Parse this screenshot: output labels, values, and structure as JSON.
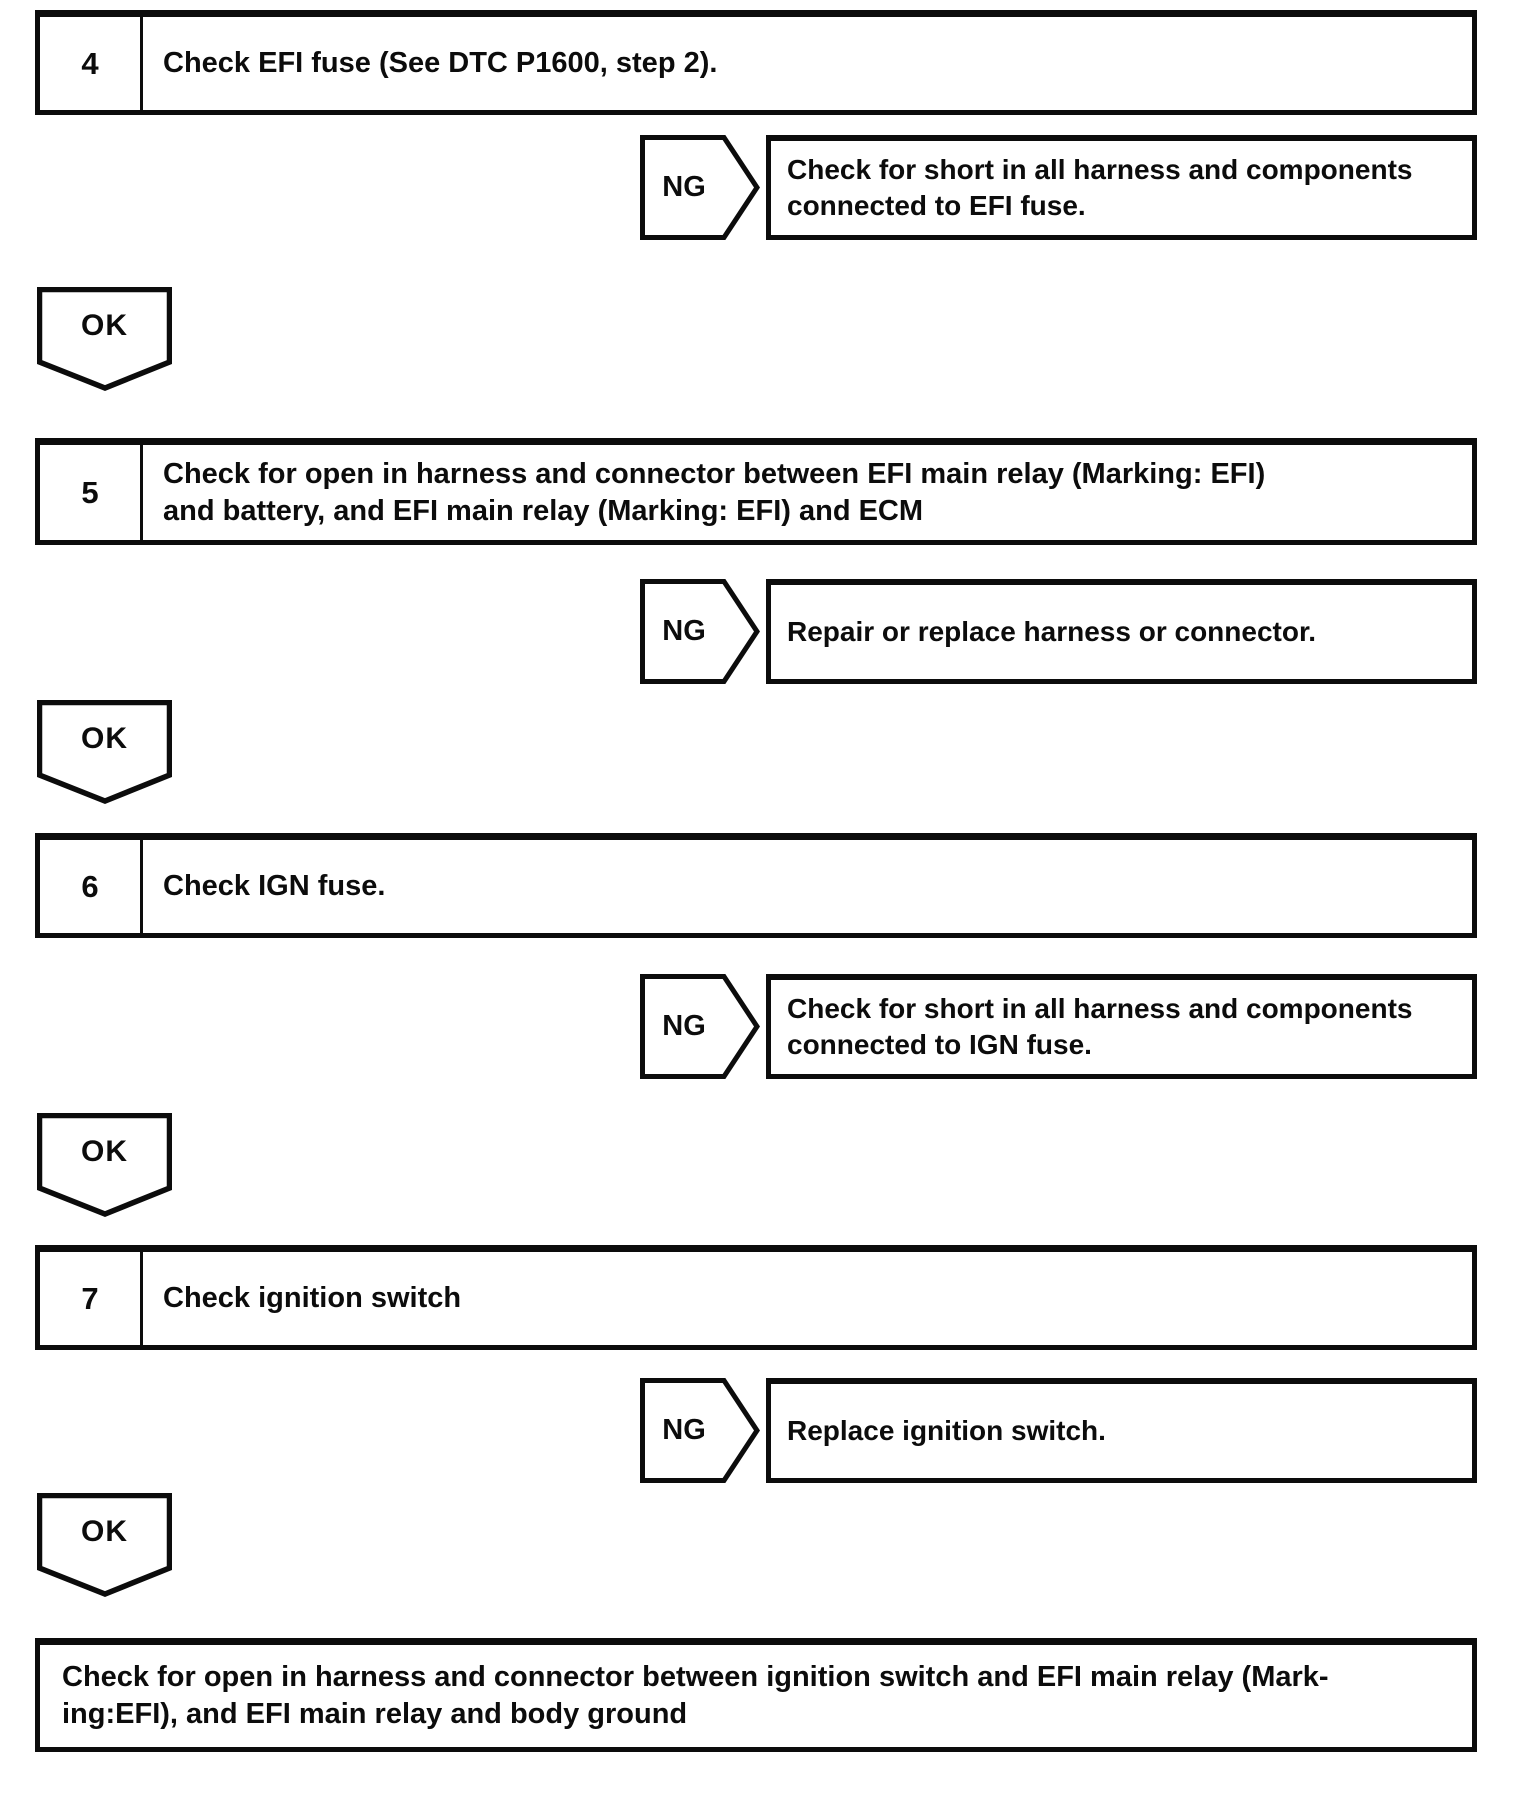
{
  "flow": {
    "steps": [
      {
        "number": "4",
        "text1": "Check EFI fuse (See DTC P1600, step 2).",
        "ng": {
          "label": "NG",
          "line1": "Check for short in all harness and components",
          "line2": "connected to EFI fuse."
        },
        "ok_label": "OK"
      },
      {
        "number": "5",
        "text1": "Check for open in harness and connector between EFI main relay (Marking: EFI)",
        "text2": "and battery, and EFI main relay (Marking: EFI) and ECM",
        "ng": {
          "label": "NG",
          "line1": "Repair or replace harness or connector."
        },
        "ok_label": "OK"
      },
      {
        "number": "6",
        "text1": "Check IGN fuse.",
        "ng": {
          "label": "NG",
          "line1": "Check for short in all harness and components",
          "line2": "connected to IGN fuse."
        },
        "ok_label": "OK"
      },
      {
        "number": "7",
        "text1": "Check ignition switch",
        "ng": {
          "label": "NG",
          "line1": "Replace ignition switch."
        },
        "ok_label": "OK"
      }
    ],
    "final": {
      "line1": "Check for open in harness and connector between ignition switch and EFI main relay (Mark-",
      "line2": "ing:EFI), and EFI main relay and body ground"
    }
  }
}
